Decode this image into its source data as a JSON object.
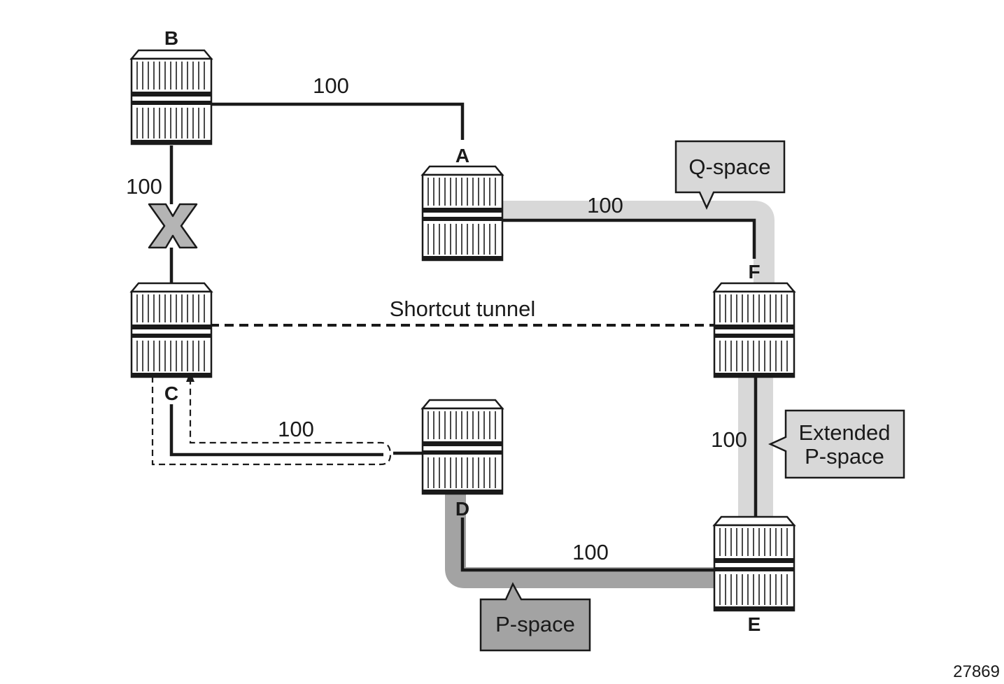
{
  "nodes": {
    "A": "A",
    "B": "B",
    "C": "C",
    "D": "D",
    "E": "E",
    "F": "F"
  },
  "links": {
    "b_a": "100",
    "b_c": "100",
    "a_f": "100",
    "c_d": "100",
    "f_e": "100",
    "d_e": "100"
  },
  "tunnel_label": "Shortcut tunnel",
  "callouts": {
    "q_space": "Q-space",
    "extended_line1": "Extended",
    "extended_line2": "P-space",
    "p_space": "P-space"
  },
  "figure_id": "27869",
  "colors": {
    "q_space": "#d8d8d8",
    "extended_p_space": "#d8d8d8",
    "p_space": "#a3a3a3",
    "failure_mark": "#b4b4b4",
    "line": "#1a1a1a"
  }
}
